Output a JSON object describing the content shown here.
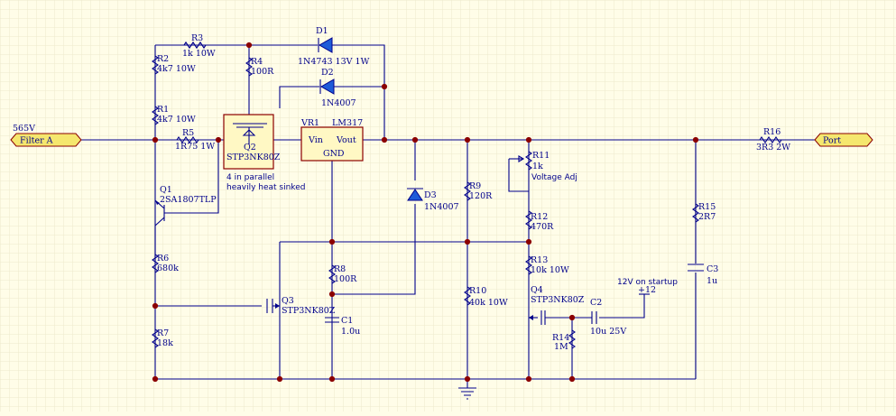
{
  "colors": {
    "background": "#fffde8",
    "grid": "#ece9cc",
    "wire": "#00008b",
    "junction": "#8b0000",
    "port_fill": "#f5e76e",
    "diode": "#1e5bd8"
  },
  "ports": {
    "input_label": "Filter A",
    "input_voltage": "565V",
    "output_label": "Port"
  },
  "components": {
    "R2": {
      "ref": "R2",
      "value": "4k7 10W"
    },
    "R3": {
      "ref": "R3",
      "value": "1k 10W"
    },
    "R4": {
      "ref": "R4",
      "value": "100R"
    },
    "R1": {
      "ref": "R1",
      "value": "4k7 10W"
    },
    "R5": {
      "ref": "R5",
      "value": "1R75 1W"
    },
    "D1": {
      "ref": "D1",
      "value": "1N4743 13V 1W"
    },
    "D2": {
      "ref": "D2",
      "value": "1N4007"
    },
    "D3": {
      "ref": "D3",
      "value": "1N4007"
    },
    "Q1": {
      "ref": "Q1",
      "value": "2SA1807TLP"
    },
    "Q2": {
      "ref": "Q2",
      "value": "STP3NK80Z",
      "note_line1": "4 in parallel",
      "note_line2": "heavily heat sinked"
    },
    "Q3": {
      "ref": "Q3",
      "value": "STP3NK80Z"
    },
    "Q4": {
      "ref": "Q4",
      "value": "STP3NK80Z"
    },
    "VR1": {
      "ref": "VR1",
      "value": "LM317",
      "pin_in": "Vin",
      "pin_out": "Vout",
      "pin_gnd": "GND"
    },
    "R6": {
      "ref": "R6",
      "value": "680k"
    },
    "R7": {
      "ref": "R7",
      "value": "18k"
    },
    "R8": {
      "ref": "R8",
      "value": "100R"
    },
    "C1": {
      "ref": "C1",
      "value": "1.0u"
    },
    "R9": {
      "ref": "R9",
      "value": "120R"
    },
    "R10": {
      "ref": "R10",
      "value": "40k 10W"
    },
    "R11": {
      "ref": "R11",
      "value": "1k",
      "note": "Voltage Adj"
    },
    "R12": {
      "ref": "R12",
      "value": "470R"
    },
    "R13": {
      "ref": "R13",
      "value": "10k 10W"
    },
    "R14": {
      "ref": "R14",
      "value": "1M"
    },
    "C2": {
      "ref": "C2",
      "value": "10u 25V"
    },
    "startup": {
      "label": "12V on startup",
      "net": "+12"
    },
    "R15": {
      "ref": "R15",
      "value": "2R7"
    },
    "C3": {
      "ref": "C3",
      "value": "1u"
    },
    "R16": {
      "ref": "R16",
      "value": "3R3 2W"
    }
  }
}
